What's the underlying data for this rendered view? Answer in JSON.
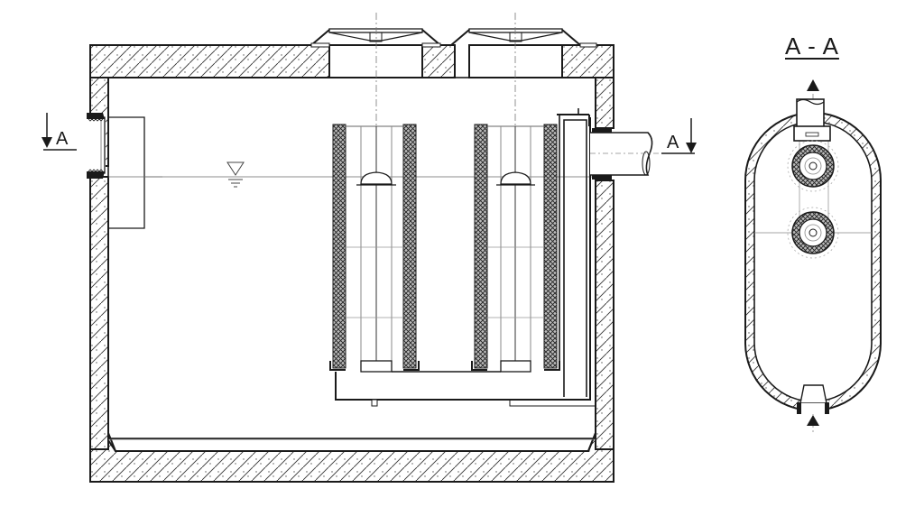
{
  "drawing": {
    "type": "technical-section-drawing",
    "subject": "separator tank with two coalescing filter cartridges",
    "colors": {
      "line": "#1a1a1a",
      "thin": "#555555",
      "bg": "#ffffff",
      "hatch": "#333333"
    }
  },
  "labels": {
    "section_left": "A",
    "section_right": "A",
    "section_view_title": "A - A"
  },
  "symbols": {
    "water_level": "water-level-triangle",
    "section_arrow_left": "down-arrow",
    "section_arrow_right": "down-arrow",
    "flow_arrow_top": "up-arrow",
    "flow_arrow_bottom": "up-arrow"
  },
  "views": [
    {
      "name": "longitudinal-section",
      "parts": [
        "concrete-shell",
        "inlet-pipe",
        "inlet-baffle",
        "manhole-covers",
        "filter-cartridge-1",
        "filter-cartridge-2",
        "outlet-riser",
        "outlet-pipe",
        "base-plate"
      ]
    },
    {
      "name": "cross-section-A-A",
      "parts": [
        "oval-shell",
        "outlet-pipe",
        "filter-ring-1",
        "filter-ring-2",
        "inlet-opening"
      ]
    }
  ]
}
